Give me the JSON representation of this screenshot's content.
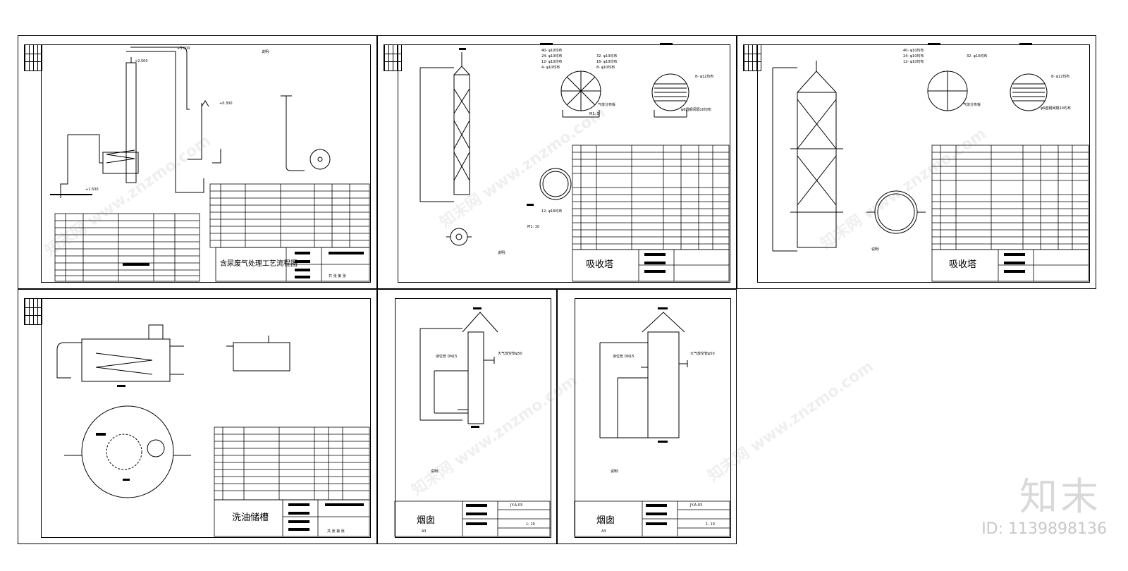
{
  "sheets": [
    {
      "id": "s1",
      "title": "含尿废气处理工艺流程图"
    },
    {
      "id": "s2",
      "title": "吸收塔"
    },
    {
      "id": "s3",
      "title": "吸收塔"
    },
    {
      "id": "s4",
      "title": "洗油储槽"
    },
    {
      "id": "s5",
      "title": "烟囱"
    },
    {
      "id": "s6",
      "title": "烟囱"
    }
  ],
  "annotations": {
    "elev_1": "+5.000",
    "elev_2": "+2.500",
    "elev_3": "+0.300",
    "elev_4": "+1.500",
    "notes_label": "说明:",
    "scale": "1: 10",
    "tower_outlet": "大气放空管φ50",
    "drain": "液位管 DN15",
    "page_count": "共 张  第 张",
    "a3": "A3",
    "m10": "M1: 10",
    "m5": "M1: 5"
  },
  "labels": {
    "holes_1": "40- φ10均布",
    "holes_2": "24- φ10均布",
    "holes_3": "12- φ10均布",
    "holes_4": "4- φ10均布",
    "holes_5": "32- φ10均布",
    "holes_6": "16- φ10均布",
    "holes_7": "8- φ10均布",
    "holes_8": "8- φ12均布",
    "plate_label": "气体分布板",
    "round_note": "φ6圆钢间隔10均布",
    "drawing_no": "JY-A-03",
    "holes_9": "12- φ16均布"
  },
  "branding": {
    "watermark": "知末网 www.znzmo.com",
    "logo": "知末",
    "image_id": "ID: 1139898136"
  }
}
